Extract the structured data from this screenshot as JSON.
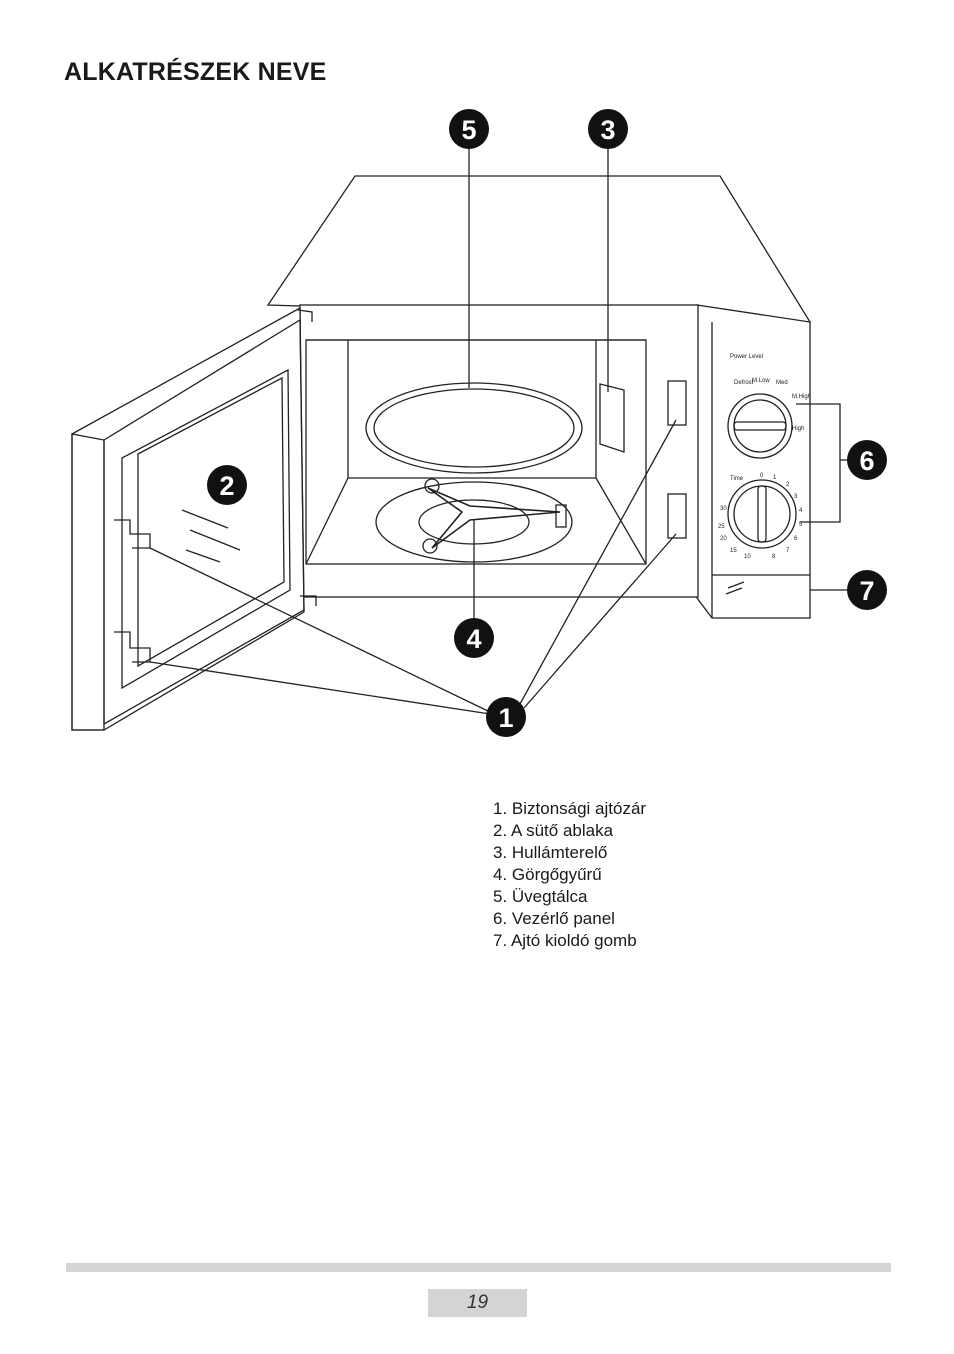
{
  "title": "ALKATRÉSZEK NEVE",
  "callouts": [
    "1",
    "2",
    "3",
    "4",
    "5",
    "6",
    "7"
  ],
  "panel": {
    "power_label": "Power Level",
    "power_settings": [
      "Defrost",
      "M.Low",
      "Med",
      "M.High",
      "High"
    ],
    "time_label": "Time",
    "time_marks": [
      "0",
      "1",
      "2",
      "3",
      "4",
      "5",
      "6",
      "7",
      "8",
      "10",
      "15",
      "20",
      "25",
      "30"
    ]
  },
  "parts": [
    "1. Biztonsági ajtózár",
    "2. A sütő ablaka",
    "3. Hullámterelő",
    "4. Görgőgyűrű",
    "5. Üvegtálca",
    "6. Vezérlő panel",
    "7. Ajtó kioldó gomb"
  ],
  "page_number": "19"
}
